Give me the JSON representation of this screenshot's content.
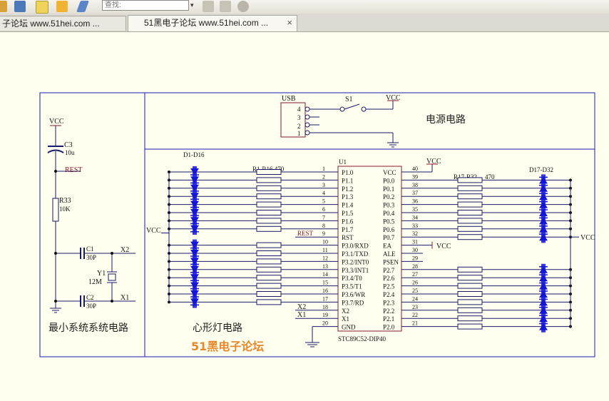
{
  "browser": {
    "search_placeholder": "查找:",
    "tabs": [
      {
        "label": "子论坛 www.51hei.com ..."
      },
      {
        "label": "51黑电子论坛 www.51hei.com ..."
      }
    ],
    "close_glyph": "×"
  },
  "schematic": {
    "usb_label": "USB",
    "usb_pins": [
      "4",
      "3",
      "2",
      "1"
    ],
    "switch_label": "S1",
    "power_title": "电源电路",
    "vcc": "VCC",
    "c3": "C3",
    "c3_val": "10u",
    "rest": "REST",
    "r33": "R33",
    "r33_val": "10K",
    "c1": "C1",
    "c1_val": "30P",
    "c2": "C2",
    "c2_val": "30P",
    "x2": "X2",
    "x1": "X1",
    "y1": "Y1",
    "y1_val": "12M",
    "min_sys_title": "最小系统系统电路",
    "d1_label": "D1-D16",
    "r1_label": "R1-R16 470",
    "u1": "U1",
    "r17_label": "R17-R32",
    "r17_val": "470",
    "d17_label": "D17-D32",
    "heart_title": "心形灯电路",
    "watermark": "51黑电子论坛",
    "chip_name": "STC89C52-DIP40",
    "left_pin_names": [
      "P1.0",
      "P1.1",
      "P1.2",
      "P1.3",
      "P1.4",
      "P1.5",
      "P1.6",
      "P1.7",
      "RST",
      "P3.0/RXD",
      "P3.1/TXD",
      "P3.2/INT0",
      "P3.3/INT1",
      "P3.4/T0",
      "P3.5/T1",
      "P3.6/WR",
      "P3.7/RD",
      "X2",
      "X1",
      "GND"
    ],
    "left_pin_nums": [
      "1",
      "2",
      "3",
      "4",
      "5",
      "6",
      "7",
      "8",
      "9",
      "10",
      "11",
      "12",
      "13",
      "14",
      "15",
      "16",
      "17",
      "18",
      "19",
      "20"
    ],
    "right_pin_names": [
      "VCC",
      "P0.0",
      "P0.1",
      "P0.2",
      "P0.3",
      "P0.4",
      "P0.5",
      "P0.6",
      "P0.7",
      "EA",
      "ALE",
      "PSEN",
      "P2.7",
      "P2.6",
      "P2.5",
      "P2.4",
      "P2.3",
      "P2.2",
      "P2.1",
      "P2.0"
    ],
    "right_pin_nums": [
      "40",
      "39",
      "38",
      "37",
      "36",
      "35",
      "34",
      "33",
      "32",
      "31",
      "30",
      "29",
      "28",
      "27",
      "26",
      "25",
      "24",
      "23",
      "22",
      "21"
    ]
  }
}
